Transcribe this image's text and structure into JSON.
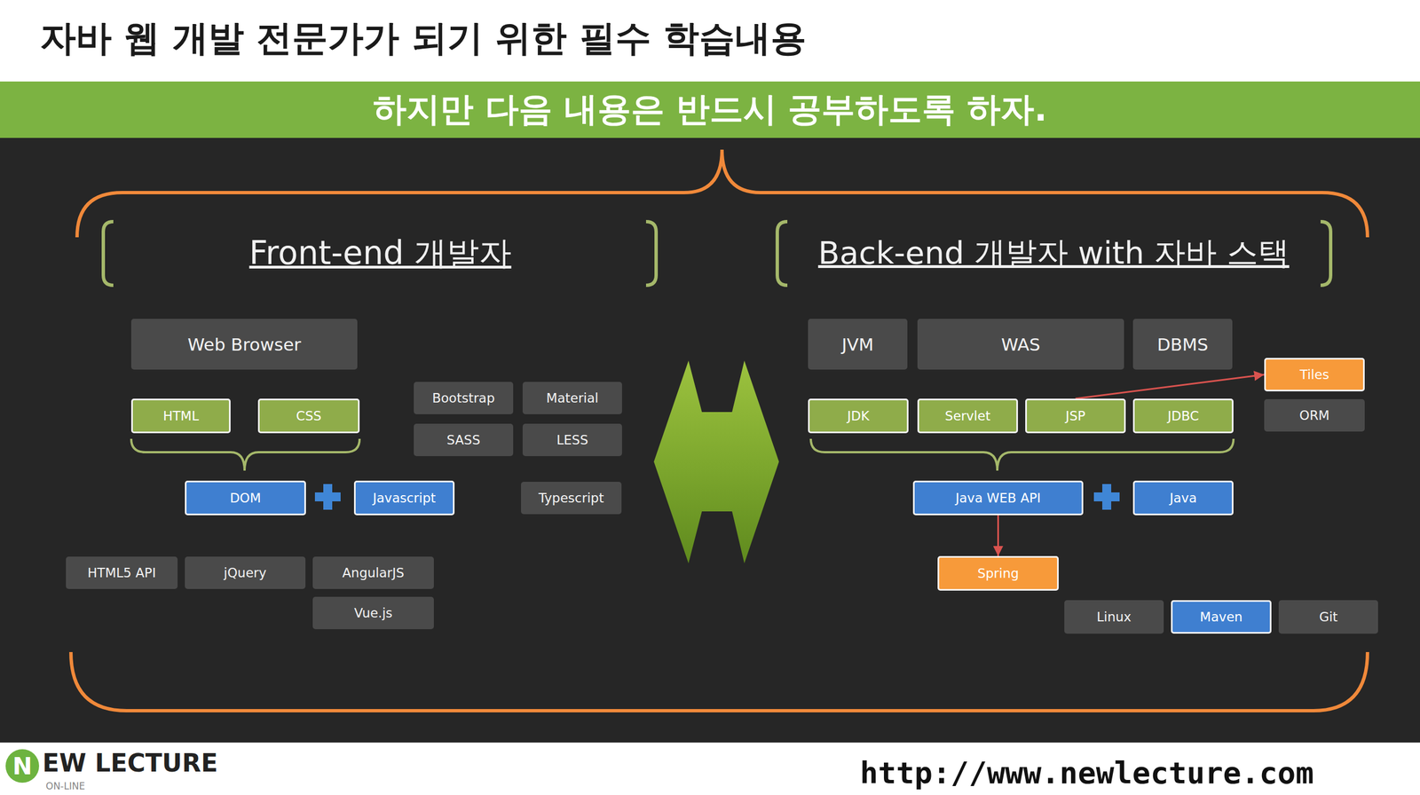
{
  "diagram": {
    "title": "자바 웹 개발 전문가가 되기 위한 필수 학습내용",
    "nodes": [
      {
        "text": [
          "하지만 다음 내용은 반드시 공부하도록 하자."
        ]
      },
      {
        "text": [
          "Web Browser"
        ]
      },
      {
        "text": [
          "HTML"
        ]
      },
      {
        "text": [
          "CSS"
        ]
      },
      {
        "text": [
          "Bootstrap"
        ]
      },
      {
        "text": [
          "Material"
        ]
      },
      {
        "text": [
          "SASS"
        ]
      },
      {
        "text": [
          "LESS"
        ]
      },
      {
        "text": [
          "DOM"
        ]
      },
      {
        "text": [
          "Javascript"
        ]
      },
      {
        "text": [
          "Typescript"
        ]
      },
      {
        "text": [
          "HTML5 API"
        ]
      },
      {
        "text": [
          "jQuery"
        ]
      },
      {
        "text": [
          "AngularJS"
        ]
      },
      {
        "text": [
          "Vue.js"
        ]
      },
      {
        "text": [
          "JVM"
        ]
      },
      {
        "text": [
          "WAS"
        ]
      },
      {
        "text": [
          "DBMS"
        ]
      },
      {
        "text": [
          "Tiles"
        ]
      },
      {
        "text": [
          "JDK"
        ]
      },
      {
        "text": [
          "Servlet"
        ]
      },
      {
        "text": [
          "JSP"
        ]
      },
      {
        "text": [
          "JDBC"
        ]
      },
      {
        "text": [
          "ORM"
        ]
      },
      {
        "text": [
          "Java WEB API"
        ]
      },
      {
        "text": [
          "Java"
        ]
      },
      {
        "text": [
          "Spring"
        ]
      },
      {
        "text": [
          "Linux"
        ]
      },
      {
        "text": [
          "Maven"
        ]
      },
      {
        "text": [
          "Git"
        ]
      }
    ],
    "edges": [
      {
        "from": 21,
        "to": 18,
        "arrow": "to"
      },
      {
        "from": 24,
        "to": 26,
        "arrow": "to"
      }
    ],
    "labels": [
      "Front-end 개발자",
      "Back-end 개발자 with 자바 스택",
      "N",
      "EW LECTURE",
      "ON-LINE",
      "http://www.newlecture.com"
    ]
  }
}
